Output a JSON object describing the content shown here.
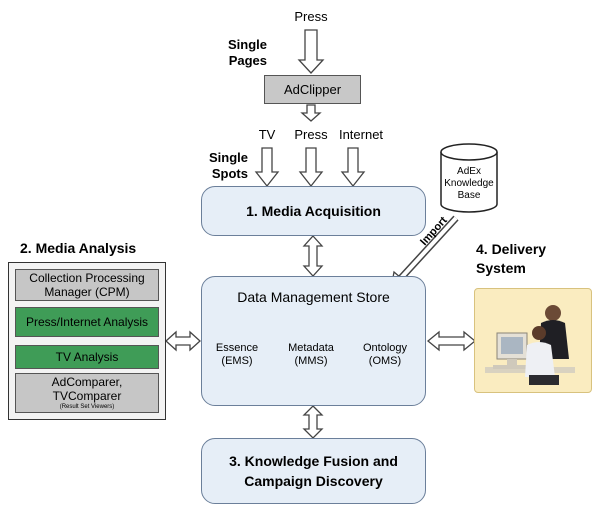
{
  "top": {
    "press_in": "Press",
    "single_pages": "Single\nPages",
    "adclipper": "AdClipper",
    "tv": "TV",
    "press": "Press",
    "internet": "Internet",
    "single_spots": "Single\nSpots"
  },
  "knowledge_base": {
    "label": "AdEx\nKnowledge\nBase",
    "import_label": "Import"
  },
  "media_acquisition": "1. Media Acquisition",
  "media_analysis": {
    "heading": "2. Media Analysis",
    "items": [
      {
        "text": "Collection Processing\nManager (CPM)",
        "sub": ""
      },
      {
        "text": "Press/Internet Analysis",
        "sub": ""
      },
      {
        "text": "TV Analysis",
        "sub": ""
      },
      {
        "text": "AdComparer,\nTVComparer",
        "sub": "(Result Set Viewers)"
      }
    ]
  },
  "data_store": {
    "title": "Data Management Store",
    "stores": [
      {
        "label": "Essence\n(EMS)"
      },
      {
        "label": "Metadata\n(MMS)"
      },
      {
        "label": "Ontology\n(OMS)"
      }
    ]
  },
  "delivery": {
    "heading": "4. Delivery\nSystem"
  },
  "knowledge_fusion": "3. Knowledge Fusion and\nCampaign Discovery",
  "colors": {
    "box_fill": "#e6eef7",
    "box_border": "#6b7f9a",
    "green": "#3f9c57",
    "gray": "#c6c6c6",
    "photo_bg": "#faecc0"
  }
}
